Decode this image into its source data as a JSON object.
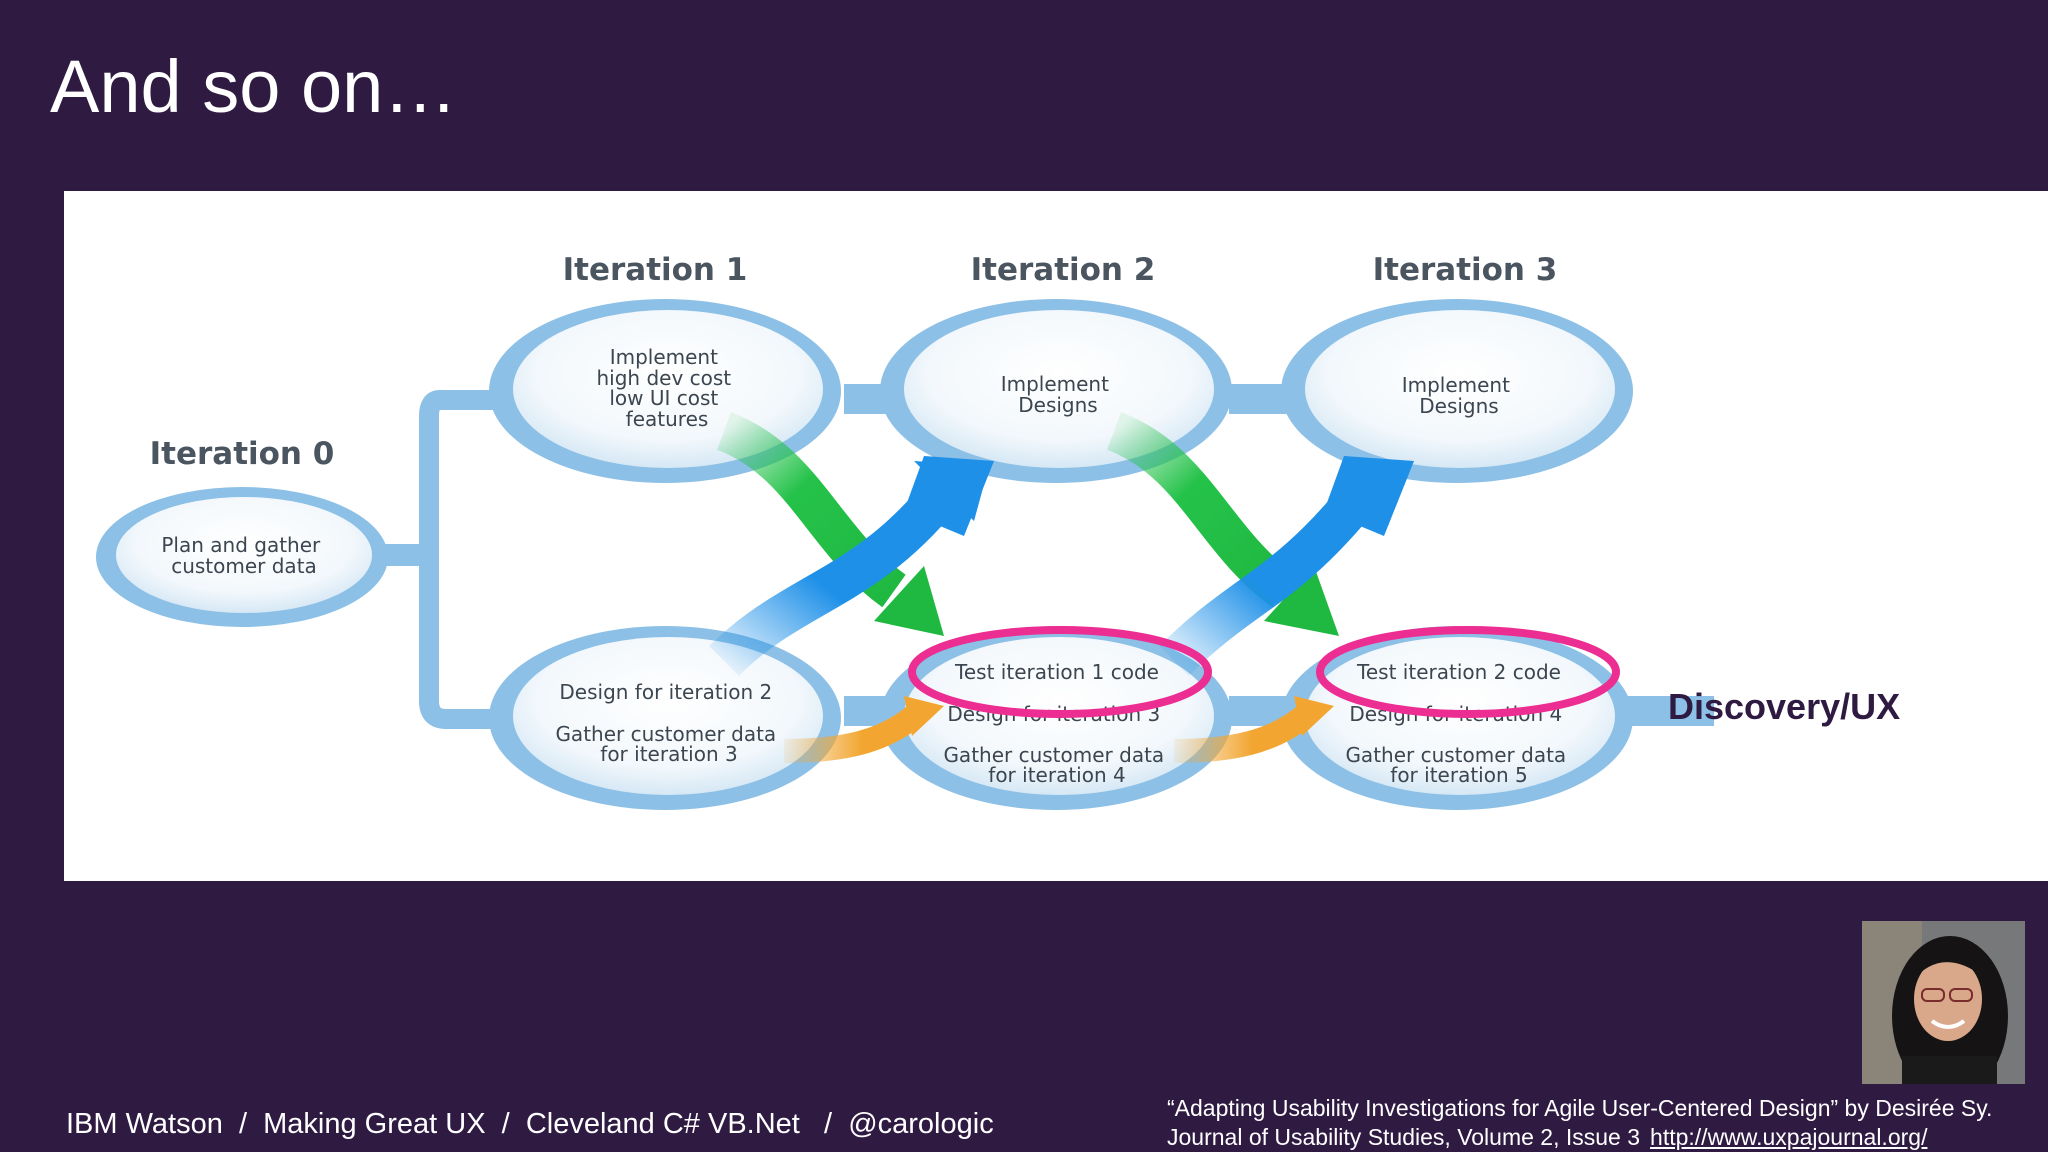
{
  "slide": {
    "title": "And so on…"
  },
  "diagram": {
    "iterations": [
      {
        "label": "Iteration 0"
      },
      {
        "label": "Iteration 1"
      },
      {
        "label": "Iteration 2"
      },
      {
        "label": "Iteration 3"
      }
    ],
    "nodes": {
      "iter0": [
        "Plan and gather",
        "customer data"
      ],
      "iter1_top": [
        "Implement",
        "high dev cost",
        "low UI cost",
        "features"
      ],
      "iter2_top": [
        "Implement",
        "Designs"
      ],
      "iter3_top": [
        "Implement",
        "Designs"
      ],
      "iter1_bottom": [
        "Design for iteration 2",
        "Gather customer data",
        "for iteration 3"
      ],
      "iter2_bottom": [
        "Design for iteration 3",
        "Gather customer data",
        "for iteration 4"
      ],
      "iter3_bottom": [
        "Design for iteration 4",
        "Gather customer data",
        "for iteration 5"
      ],
      "test1": "Test iteration 1 code",
      "test2": "Test iteration 2 code"
    },
    "discovery_label": "Discovery/UX",
    "colors": {
      "track": "#8cc0e6",
      "node_border": "#7fb4de",
      "green_arrow": "#25c24a",
      "blue_arrow": "#1e90e8",
      "orange_arrow": "#f2a631",
      "highlight": "#ec2d92"
    }
  },
  "footer": {
    "left": "IBM Watson  /  Making Great UX  /  Cleveland C# VB.Net   /  @carologic",
    "citation_line1": "“Adapting Usability Investigations for Agile User-Centered Design” by Desirée Sy.",
    "citation_line2": "Journal of Usability Studies, Volume 2, Issue 3",
    "citation_link": "http://www.uxpajournal.org/"
  }
}
